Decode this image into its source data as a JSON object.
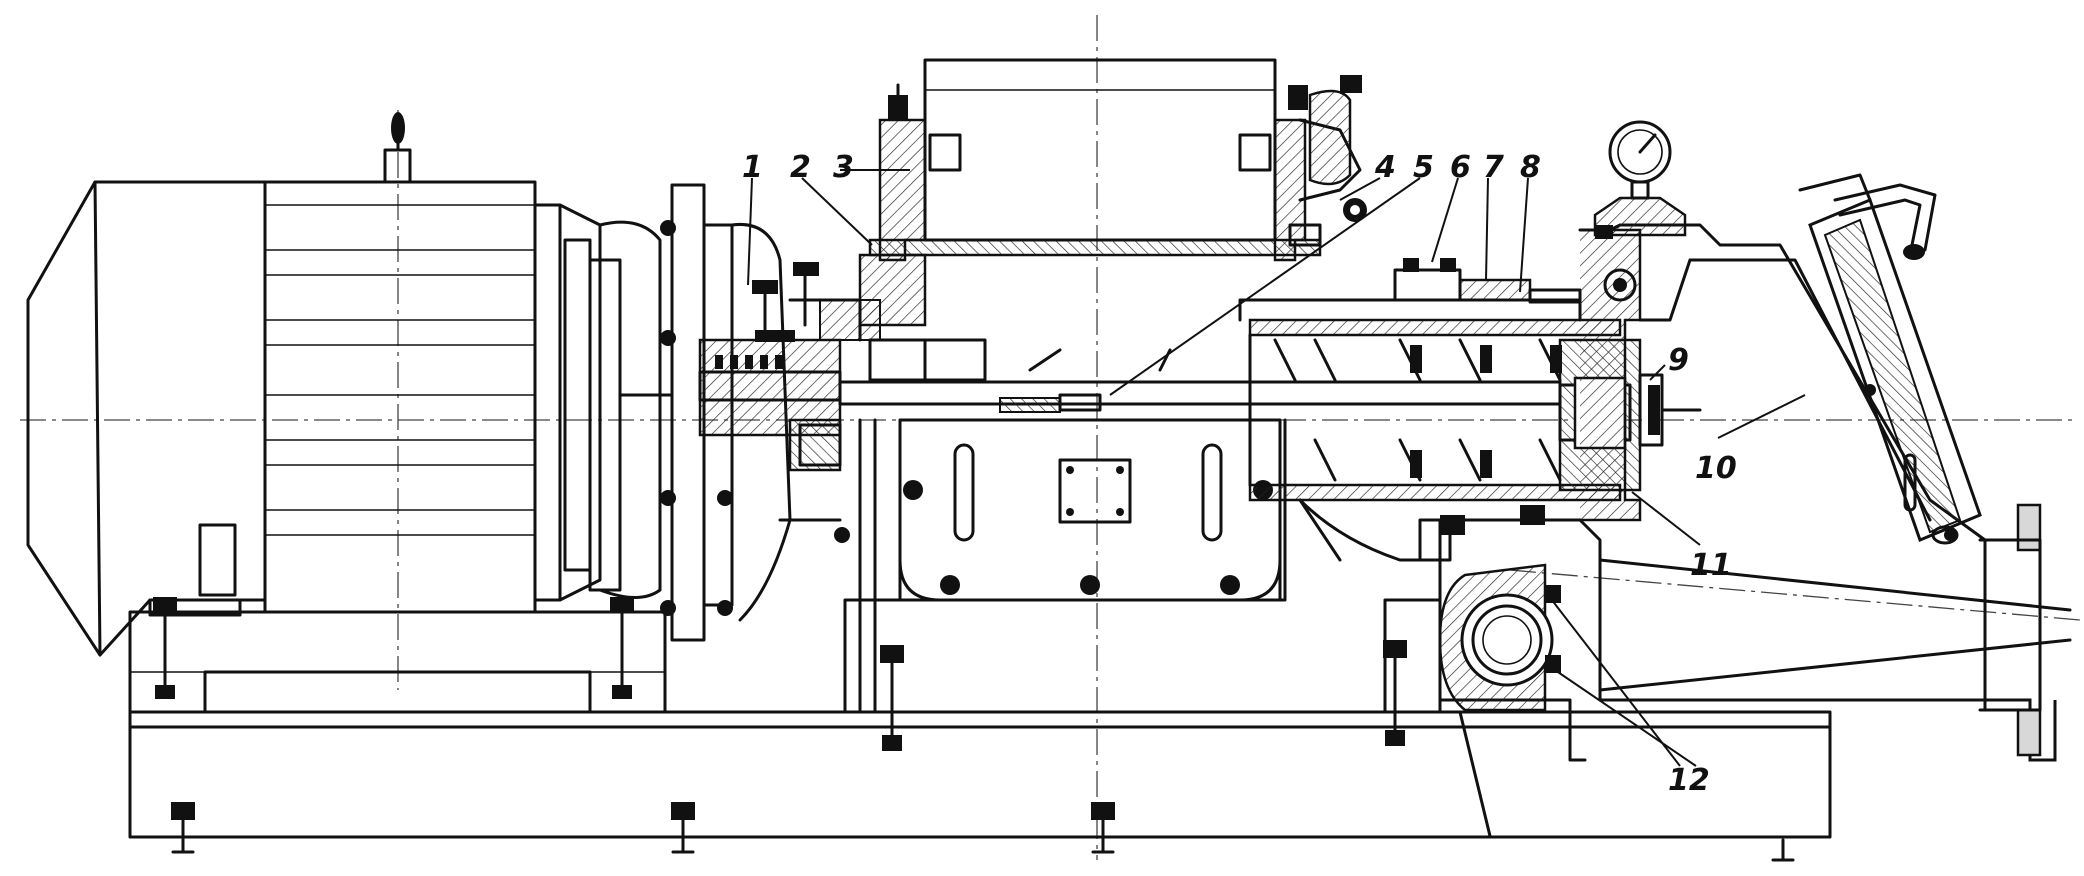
{
  "callouts": {
    "c1": "1",
    "c2": "2",
    "c3": "3",
    "c4": "4",
    "c5": "5",
    "c6": "6",
    "c7": "7",
    "c8": "8",
    "c9": "9",
    "c10": "10",
    "c11": "11",
    "c12": "12"
  },
  "icons": {
    "pressure_gauge": "pressure-gauge-icon",
    "hopper": "feed-hopper-icon",
    "motor": "electric-motor-icon"
  }
}
